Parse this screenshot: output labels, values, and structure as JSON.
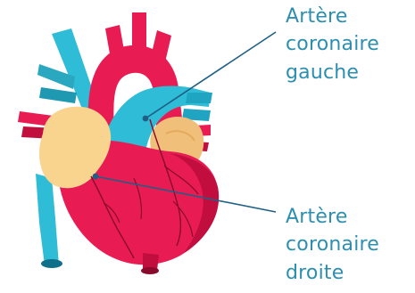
{
  "labels": {
    "left_coronary_artery": {
      "lines": [
        "Artère",
        "coronaire",
        "gauche"
      ]
    },
    "right_coronary_artery": {
      "lines": [
        "Artère",
        "coronaire",
        "droite"
      ]
    }
  },
  "colors": {
    "heart_red": "#e81c52",
    "heart_dark_red": "#c20e3f",
    "vessel_blue": "#2fbcd6",
    "vessel_dark_blue": "#1fa5c2",
    "atrium_yellow": "#f9d48f",
    "atrium_tan": "#f0c07a",
    "pointer_line": "#1f5f86",
    "label_text": "#2c8fb0"
  }
}
